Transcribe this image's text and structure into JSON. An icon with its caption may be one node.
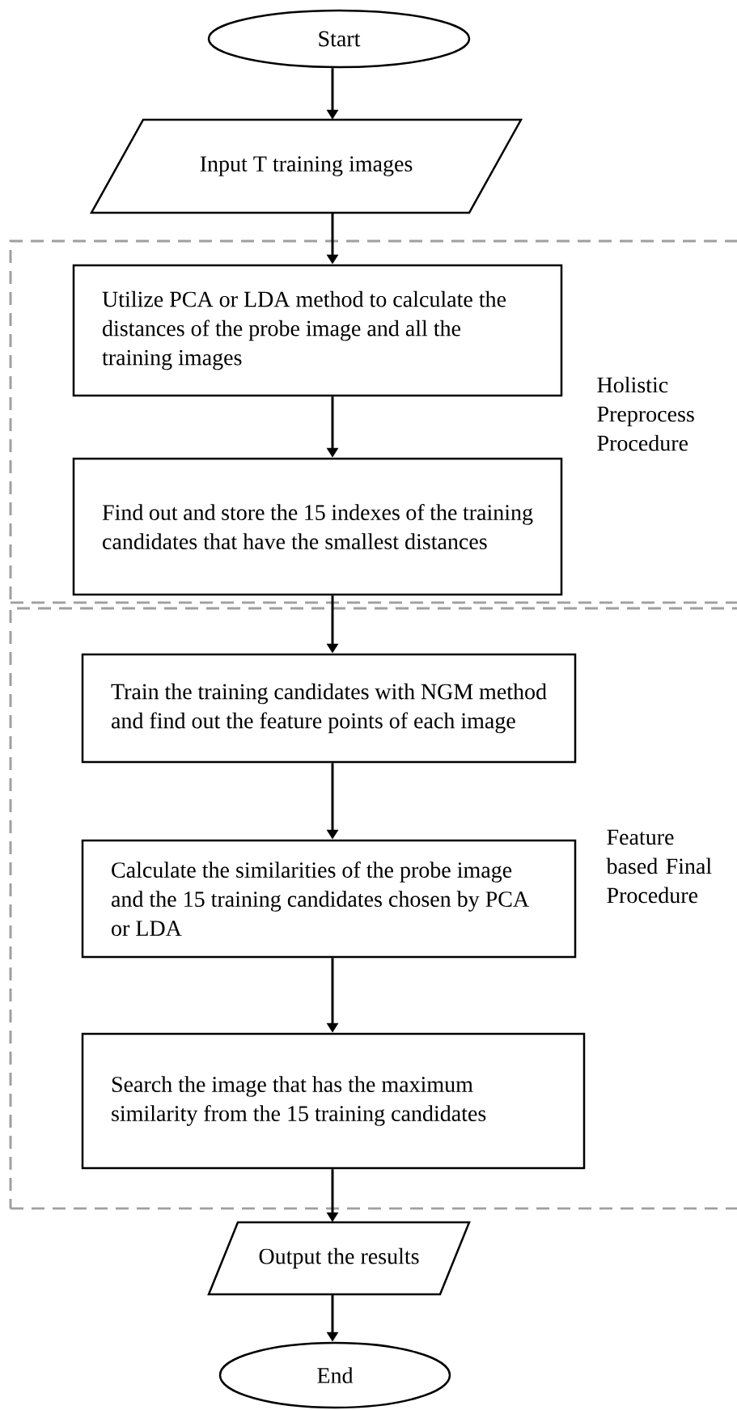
{
  "diagram": {
    "nodes": [
      {
        "text": [
          "Start"
        ]
      },
      {
        "text": [
          "Input T training images"
        ]
      },
      {
        "text": [
          "Holistic Preprocess Procedure"
        ]
      },
      {
        "text": [
          "Utilize PCA or LDA method to calculate the distances of the probe image and all the training images"
        ],
        "in": 2
      },
      {
        "text": [
          "Find out and store the 15 indexes of the training candidates that have the smallest distances"
        ],
        "in": 2
      },
      {
        "text": [
          "Feature based Final Procedure"
        ]
      },
      {
        "text": [
          "Train the training candidates with NGM method and find out the feature points of each image"
        ],
        "in": 5
      },
      {
        "text": [
          "Calculate the similarities of the probe image and the 15 training candidates chosen by PCA or LDA"
        ],
        "in": 5
      },
      {
        "text": [
          "Search the image that has the maximum similarity from the 15 training candidates"
        ],
        "in": 5
      },
      {
        "text": [
          "Output the results"
        ]
      },
      {
        "text": [
          "End"
        ]
      }
    ],
    "edges": [
      {
        "from": 0,
        "to": 1,
        "arrow": "to"
      },
      {
        "from": 1,
        "to": 3,
        "arrow": "to"
      },
      {
        "from": 3,
        "to": 4,
        "arrow": "to"
      },
      {
        "from": 4,
        "to": 6,
        "arrow": "to"
      },
      {
        "from": 6,
        "to": 7,
        "arrow": "to"
      },
      {
        "from": 7,
        "to": 8,
        "arrow": "to"
      },
      {
        "from": 8,
        "to": 9,
        "arrow": "to"
      },
      {
        "from": 9,
        "to": 10,
        "arrow": "to"
      }
    ]
  }
}
